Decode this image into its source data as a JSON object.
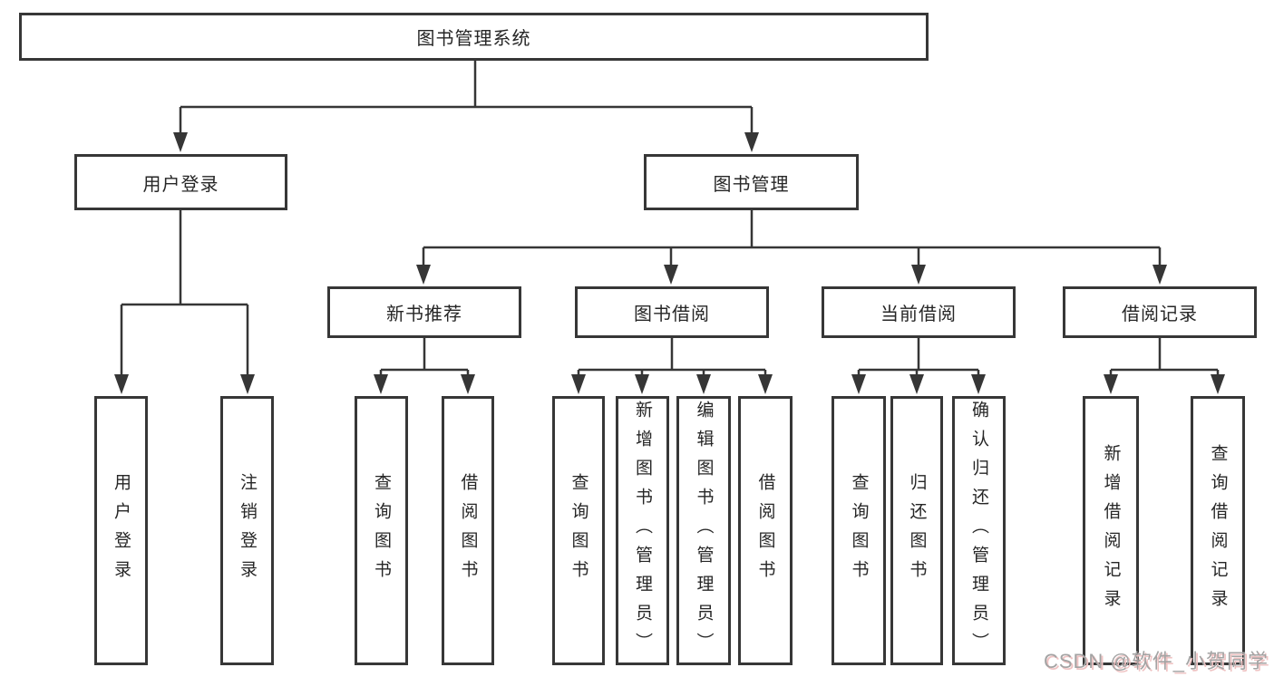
{
  "diagram": {
    "title": "图书管理系统",
    "root": {
      "label": "图书管理系统"
    },
    "level2": [
      {
        "id": "user-login",
        "label": "用户登录"
      },
      {
        "id": "book-management",
        "label": "图书管理"
      }
    ],
    "level3": [
      {
        "id": "new-book-recommendation",
        "label": "新书推荐"
      },
      {
        "id": "book-borrowing",
        "label": "图书借阅"
      },
      {
        "id": "current-borrowing",
        "label": "当前借阅"
      },
      {
        "id": "borrowing-records",
        "label": "借阅记录"
      }
    ],
    "leaves": [
      {
        "parent": "user-login",
        "label": "用户登录"
      },
      {
        "parent": "user-login",
        "label": "注销登录"
      },
      {
        "parent": "new-book-recommendation",
        "label": "查询图书"
      },
      {
        "parent": "new-book-recommendation",
        "label": "借阅图书"
      },
      {
        "parent": "book-borrowing",
        "label": "查询图书"
      },
      {
        "parent": "book-borrowing",
        "label": "新增图书（管理员）"
      },
      {
        "parent": "book-borrowing",
        "label": "编辑图书（管理员）"
      },
      {
        "parent": "book-borrowing",
        "label": "借阅图书"
      },
      {
        "parent": "current-borrowing",
        "label": "查询图书"
      },
      {
        "parent": "current-borrowing",
        "label": "归还图书"
      },
      {
        "parent": "current-borrowing",
        "label": "确认归还（管理员）"
      },
      {
        "parent": "borrowing-records",
        "label": "新增借阅记录"
      },
      {
        "parent": "borrowing-records",
        "label": "查询借阅记录"
      }
    ]
  },
  "watermark": {
    "text": "CSDN @软件_小贺同学"
  },
  "colors": {
    "line": "#363636",
    "border": "#373737",
    "text": "#262626",
    "watermark_gray": "#a3a3a3",
    "watermark_shadow_pink": "#efc3c3"
  }
}
